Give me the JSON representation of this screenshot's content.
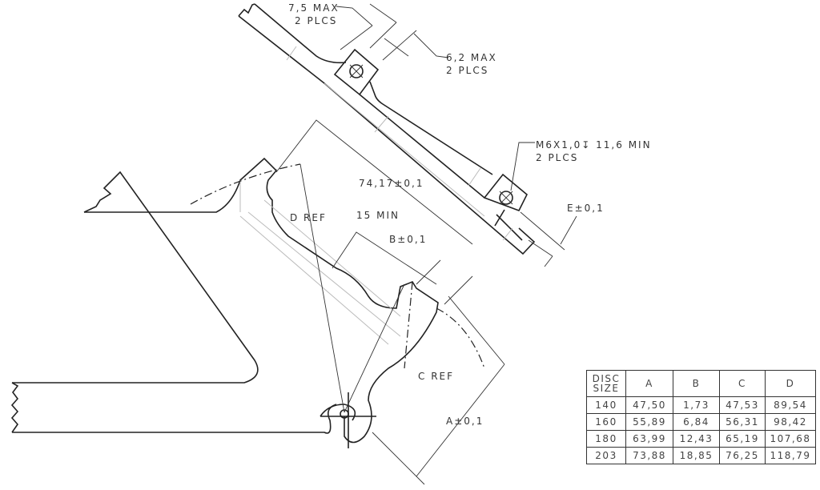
{
  "labels": {
    "max75": "7,5 MAX",
    "plcs1": "2 PLCS",
    "max62": "6,2 MAX",
    "plcs2": "2 PLCS",
    "thread": "M6X1,0↧ 11,6 MIN",
    "plcs3": "2 PLCS",
    "dim7417": "74,17±0,1",
    "dref": "D REF",
    "min15": "15 MIN",
    "b": "B±0,1",
    "e": "E±0,1",
    "cref": "C REF",
    "a": "A±0,1"
  },
  "table": {
    "headers": [
      "DISC SIZE",
      "A",
      "B",
      "C",
      "D"
    ],
    "header_line1": "DISC",
    "header_line2": "SIZE",
    "rows": [
      [
        "140",
        "47,50",
        "1,73",
        "47,53",
        "89,54"
      ],
      [
        "160",
        "55,89",
        "6,84",
        "56,31",
        "98,42"
      ],
      [
        "180",
        "63,99",
        "12,43",
        "65,19",
        "107,68"
      ],
      [
        "203",
        "73,88",
        "18,85",
        "76,25",
        "118,79"
      ]
    ]
  }
}
